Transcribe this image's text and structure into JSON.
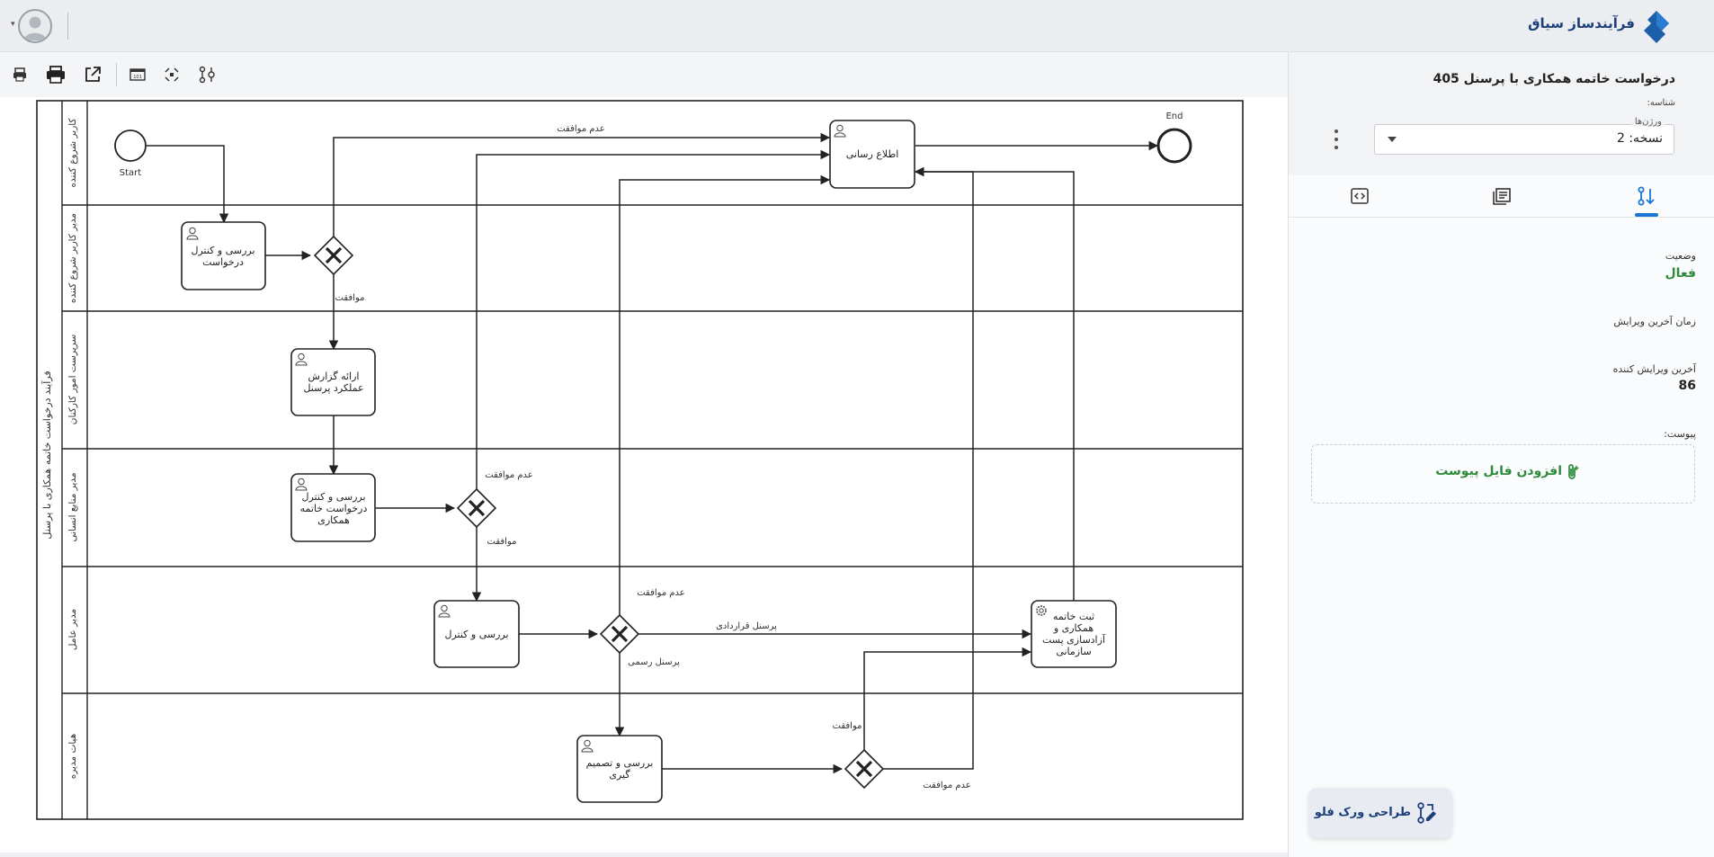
{
  "header": {
    "brand_name": "فرآیندساز سیاق",
    "icons": [
      "brand-logo",
      "user-avatar",
      "caret-down"
    ]
  },
  "toolbar": {
    "icons": [
      "printer-small-icon",
      "printer-icon",
      "open-external-icon",
      "minimap-icon",
      "fit-view-icon",
      "xml-icon"
    ]
  },
  "diagram": {
    "pool_label": "فرآیند درخواست خاتمه همکاری با پرسنل",
    "lanes": [
      "کاربر شروع کننده",
      "مدیر کاربر شروع کننده",
      "سرپرست امور کارکنان",
      "مدیر منابع انسانی",
      "مدیر عامل",
      "هیات مدیره"
    ],
    "events": {
      "start": "Start",
      "end": "End"
    },
    "tasks": {
      "t1": [
        "بررسی و کنترل",
        "درخواست"
      ],
      "t2": [
        "ارائه گزارش",
        "عملکرد پرسنل"
      ],
      "t3": [
        "بررسی و کنترل",
        "درخواست خاتمه",
        "همکاری"
      ],
      "t4": [
        "اطلاع رسانی"
      ],
      "t5": [
        "بررسی و کنترل"
      ],
      "t6": [
        "ثبت خاتمه",
        "همکاری و",
        "آزادسازی پست",
        "سازمانی"
      ],
      "t7": [
        "بررسی و تصمیم",
        "گیری"
      ]
    },
    "flow_labels": {
      "g1_reject": "عدم موافقت",
      "g1_approve": "موافقت",
      "g2_reject": "عدم موافقت",
      "g2_approve": "موافقت",
      "g3_reject": "عدم موافقت",
      "g3_contract": "پرسنل قراردادی",
      "g3_official": "پرسنل رسمی",
      "g4_approve": "موافقت",
      "g4_reject": "عدم موافقت"
    }
  },
  "panel": {
    "process_title": "درخواست خاتمه همکاری با پرسنل 405",
    "id_label": "شناسه:",
    "versions_label": "ورژن‌ها",
    "version_value": "نسخه: 2",
    "tabs": [
      "diagram-tab",
      "details-tab",
      "code-tab"
    ],
    "status_label": "وضعیت",
    "status_value": "فعال",
    "status_color": "#2e8b3a",
    "last_edit_time_label": "زمان آخرین ویرایش",
    "last_editor_label": "آخرین ویرایش کننده",
    "last_editor_value": "86",
    "attachment_label": "پیوست:",
    "add_attachment_label": "افزودن فایل پیوست",
    "design_workflow_label": "طراحی ورک فلو"
  },
  "colors": {
    "brand": "#1c3f7c",
    "accent": "#1976d2",
    "success": "#2e8b3a"
  }
}
